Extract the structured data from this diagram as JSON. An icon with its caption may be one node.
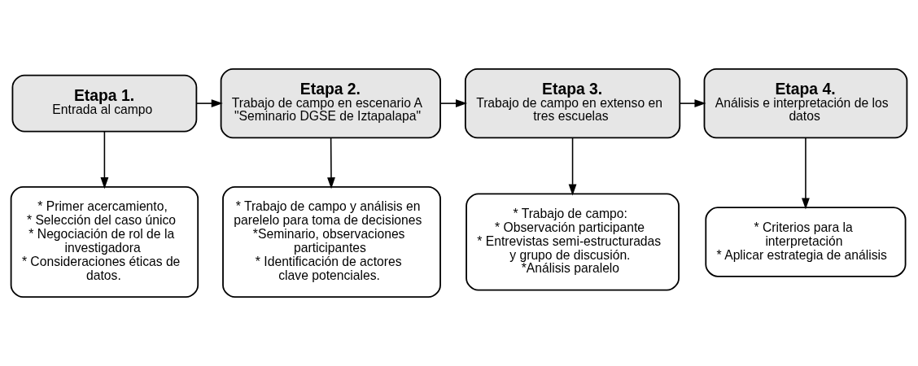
{
  "diagram": {
    "nodes": [
      {
        "text": [
          "Etapa 1.",
          "Entrada al campo"
        ]
      },
      {
        "text": [
          "Etapa 2.",
          "Trabajo de campo en escenario A \"Seminario DGSE de Iztapalapa\""
        ]
      },
      {
        "text": [
          "Etapa 3.",
          "Trabajo de campo en extenso en tres escuelas"
        ]
      },
      {
        "text": [
          "Etapa 4.",
          "Análisis e interpretación de los datos"
        ]
      },
      {
        "text": [
          "* Primer acercamiento,",
          "* Selección del caso único",
          "* Negociación de rol de la investigadora",
          "* Consideraciones éticas de datos."
        ]
      },
      {
        "text": [
          "* Trabajo de campo y análisis en parelelo para toma de decisiones",
          "*Seminario, observaciones participantes",
          "* Identificación de actores clave potenciales."
        ]
      },
      {
        "text": [
          "* Trabajo de campo:",
          "* Observación participante",
          "* Entrevistas semi-estructuradas y grupo de discusión.",
          "*Análisis paralelo"
        ]
      },
      {
        "text": [
          "* Criterios para la interpretación",
          "* Aplicar estrategia de análisis"
        ]
      }
    ],
    "edges": [
      {
        "from": 0,
        "to": 1,
        "arrow": "to"
      },
      {
        "from": 1,
        "to": 2,
        "arrow": "to"
      },
      {
        "from": 2,
        "to": 3,
        "arrow": "to"
      },
      {
        "from": 0,
        "to": 4,
        "arrow": "to"
      },
      {
        "from": 1,
        "to": 5,
        "arrow": "to"
      },
      {
        "from": 2,
        "to": 6,
        "arrow": "to"
      },
      {
        "from": 3,
        "to": 7,
        "arrow": "to"
      }
    ]
  }
}
